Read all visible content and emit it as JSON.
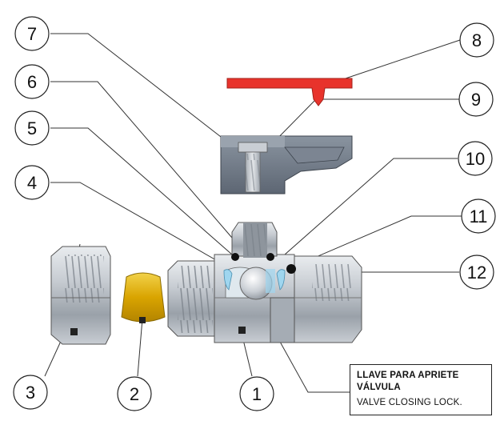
{
  "callouts": [
    "1",
    "2",
    "3",
    "4",
    "5",
    "6",
    "7",
    "8",
    "9",
    "10",
    "11",
    "12"
  ],
  "note": {
    "line1": "LLAVE PARA APRIETE",
    "line2": "VÁLVULA",
    "line3": "VALVE CLOSING LOCK."
  },
  "colors": {
    "handle": "#e8332c",
    "brass": "#d9a400",
    "steel": "#b9bfc6",
    "dark_part": "#6f7885",
    "seat": "#9fd6ef"
  }
}
